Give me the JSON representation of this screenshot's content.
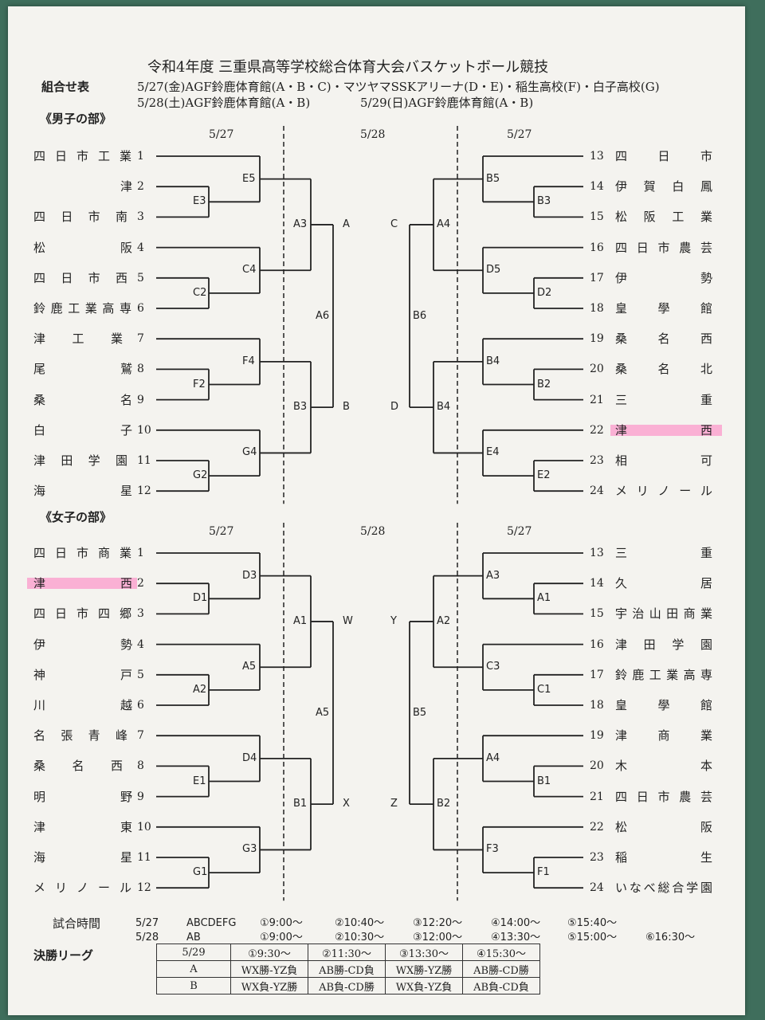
{
  "title": "令和4年度 三重県高等学校総合体育大会バスケットボール競技",
  "kumiawase": "組合せ表",
  "venue_line1": "5/27(金)AGF鈴鹿体育館(A・B・C)・マツヤマSSKアリーナ(D・E)・稲生高校(F)・白子高校(G)",
  "venue_line2a": "5/28(土)AGF鈴鹿体育館(A・B)",
  "venue_line2b": "5/29(日)AGF鈴鹿体育館(A・B)",
  "boys": {
    "label": "《男子の部》",
    "dates": [
      "5/27",
      "5/28",
      "5/27"
    ],
    "left_teams": [
      {
        "num": "1",
        "name": "四日市工業"
      },
      {
        "num": "2",
        "name": "津"
      },
      {
        "num": "3",
        "name": "四日市南"
      },
      {
        "num": "4",
        "name": "松阪"
      },
      {
        "num": "5",
        "name": "四日市西"
      },
      {
        "num": "6",
        "name": "鈴鹿工業高専"
      },
      {
        "num": "7",
        "name": "津工業"
      },
      {
        "num": "8",
        "name": "尾鷲"
      },
      {
        "num": "9",
        "name": "桑名"
      },
      {
        "num": "10",
        "name": "白子"
      },
      {
        "num": "11",
        "name": "津田学園"
      },
      {
        "num": "12",
        "name": "海星"
      }
    ],
    "right_teams": [
      {
        "num": "13",
        "name": "四日市"
      },
      {
        "num": "14",
        "name": "伊賀白鳳"
      },
      {
        "num": "15",
        "name": "松阪工業"
      },
      {
        "num": "16",
        "name": "四日市農芸"
      },
      {
        "num": "17",
        "name": "伊勢"
      },
      {
        "num": "18",
        "name": "皇學館"
      },
      {
        "num": "19",
        "name": "桑名西"
      },
      {
        "num": "20",
        "name": "桑名北"
      },
      {
        "num": "21",
        "name": "三重"
      },
      {
        "num": "22",
        "name": "津西"
      },
      {
        "num": "23",
        "name": "相可"
      },
      {
        "num": "24",
        "name": "メリノール"
      }
    ],
    "left_codes": [
      "E3",
      "E5",
      "C2",
      "C4",
      "F2",
      "F4",
      "G2",
      "G4",
      "A3",
      "B3",
      "A6"
    ],
    "right_codes": [
      "B3",
      "B5",
      "D2",
      "D5",
      "B2",
      "B4",
      "E2",
      "E4",
      "A4",
      "B4",
      "B6"
    ],
    "letters": [
      "A",
      "B",
      "C",
      "D"
    ]
  },
  "girls": {
    "label": "《女子の部》",
    "dates": [
      "5/27",
      "5/28",
      "5/27"
    ],
    "left_teams": [
      {
        "num": "1",
        "name": "四日市商業"
      },
      {
        "num": "2",
        "name": "津西"
      },
      {
        "num": "3",
        "name": "四日市四郷"
      },
      {
        "num": "4",
        "name": "伊勢"
      },
      {
        "num": "5",
        "name": "神戸"
      },
      {
        "num": "6",
        "name": "川越"
      },
      {
        "num": "7",
        "name": "名張青峰"
      },
      {
        "num": "8",
        "name": "桑名西"
      },
      {
        "num": "9",
        "name": "明野"
      },
      {
        "num": "10",
        "name": "津東"
      },
      {
        "num": "11",
        "name": "海星"
      },
      {
        "num": "12",
        "name": "メリノール"
      }
    ],
    "right_teams": [
      {
        "num": "13",
        "name": "三重"
      },
      {
        "num": "14",
        "name": "久居"
      },
      {
        "num": "15",
        "name": "宇治山田商業"
      },
      {
        "num": "16",
        "name": "津田学園"
      },
      {
        "num": "17",
        "name": "鈴鹿工業高専"
      },
      {
        "num": "18",
        "name": "皇學館"
      },
      {
        "num": "19",
        "name": "津商業"
      },
      {
        "num": "20",
        "name": "木本"
      },
      {
        "num": "21",
        "name": "四日市農芸"
      },
      {
        "num": "22",
        "name": "松阪"
      },
      {
        "num": "23",
        "name": "稲生"
      },
      {
        "num": "24",
        "name": "いなべ総合学園"
      }
    ],
    "left_codes": [
      "D1",
      "D3",
      "A2",
      "A5",
      "E1",
      "D4",
      "G1",
      "G3",
      "A1",
      "B1",
      "A5"
    ],
    "right_codes": [
      "A1",
      "A3",
      "C1",
      "C3",
      "B1",
      "A4",
      "F1",
      "F3",
      "A2",
      "B2",
      "B5"
    ],
    "letters": [
      "W",
      "X",
      "Y",
      "Z"
    ]
  },
  "schedule": {
    "label": "試合時間",
    "row1": {
      "date": "5/27",
      "courts": "ABCDEFG",
      "times": [
        "①9:00～",
        "②10:40～",
        "③12:20～",
        "④14:00～",
        "⑤15:40～"
      ]
    },
    "row2": {
      "date": "5/28",
      "courts": "AB",
      "times": [
        "①9:00～",
        "②10:30～",
        "③12:00～",
        "④13:30～",
        "⑤15:00～",
        "⑥16:30～"
      ]
    }
  },
  "final_league": {
    "label": "決勝リーグ",
    "header": [
      "5/29",
      "①9:30～",
      "②11:30～",
      "③13:30～",
      "④15:30～"
    ],
    "rows": [
      [
        "A",
        "WX勝-YZ負",
        "AB勝-CD負",
        "WX勝-YZ勝",
        "AB勝-CD勝"
      ],
      [
        "B",
        "WX負-YZ勝",
        "AB負-CD勝",
        "WX負-YZ負",
        "AB負-CD負"
      ]
    ]
  }
}
